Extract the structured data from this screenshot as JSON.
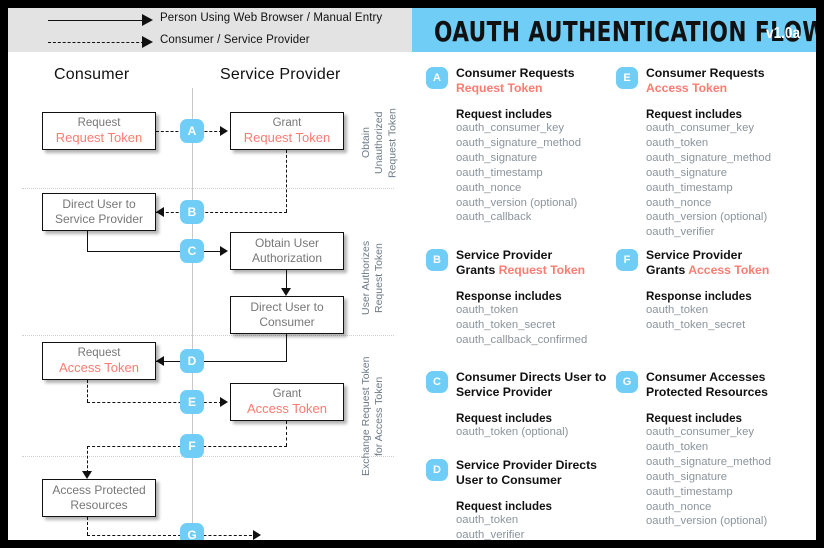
{
  "legend": {
    "rows": [
      {
        "style": "solid",
        "label": "Person Using Web Browser / Manual Entry"
      },
      {
        "style": "dashed",
        "label": "Consumer / Service Provider"
      }
    ]
  },
  "banner": {
    "title": "OAUTH AUTHENTICATION FLOW",
    "version": "v1.0a",
    "color": "#6fcdf6"
  },
  "diagram": {
    "columns": [
      {
        "label": "Consumer"
      },
      {
        "label": "Service Provider"
      }
    ],
    "phases": [
      {
        "label": "Obtain Unauthorized\nRequest Token"
      },
      {
        "label": "User Authorizes\nRequest Token"
      },
      {
        "label": "Exchange Request Token\nfor Access Token"
      }
    ],
    "nodes": [
      {
        "id": "consumer-request-request-token",
        "line1": "Request",
        "line2": "Request Token"
      },
      {
        "id": "sp-grant-request-token",
        "line1": "Grant",
        "line2": "Request Token"
      },
      {
        "id": "consumer-direct-user-to-sp",
        "line1": "Direct User to",
        "line2": "Service Provider"
      },
      {
        "id": "sp-obtain-user-authorization",
        "line1": "Obtain User",
        "line2": "Authorization"
      },
      {
        "id": "sp-direct-user-to-consumer",
        "line1": "Direct User to",
        "line2": "Consumer"
      },
      {
        "id": "consumer-request-access-token",
        "line1": "Request",
        "line2": "Access Token"
      },
      {
        "id": "sp-grant-access-token",
        "line1": "Grant",
        "line2": "Access Token"
      },
      {
        "id": "consumer-access-protected-resources",
        "line1": "Access Protected",
        "line2": "Resources"
      }
    ],
    "badges": [
      "A",
      "B",
      "C",
      "D",
      "E",
      "F",
      "G"
    ]
  },
  "sections": [
    {
      "badge": "A",
      "head_1": "Consumer Requests",
      "head_2": "Request Token",
      "head_2_highlight": true,
      "subtitle": "Request includes",
      "params": [
        "oauth_consumer_key",
        "oauth_signature_method",
        "oauth_signature",
        "oauth_timestamp",
        "oauth_nonce",
        "oauth_version (optional)",
        "oauth_callback"
      ]
    },
    {
      "badge": "E",
      "head_1": "Consumer Requests",
      "head_2": "Access Token",
      "head_2_highlight": true,
      "subtitle": "Request includes",
      "params": [
        "oauth_consumer_key",
        "oauth_token",
        "oauth_signature_method",
        "oauth_signature",
        "oauth_timestamp",
        "oauth_nonce",
        "oauth_version (optional)",
        "oauth_verifier"
      ]
    },
    {
      "badge": "B",
      "head_1": "Service Provider",
      "head_2_prefix": "Grants ",
      "head_2": "Request Token",
      "head_2_highlight": true,
      "subtitle": "Response includes",
      "params": [
        "oauth_token",
        "oauth_token_secret",
        "oauth_callback_confirmed"
      ]
    },
    {
      "badge": "F",
      "head_1": "Service Provider",
      "head_2_prefix": "Grants ",
      "head_2": "Access Token",
      "head_2_highlight": true,
      "subtitle": "Response includes",
      "params": [
        "oauth_token",
        "oauth_token_secret"
      ]
    },
    {
      "badge": "C",
      "head_1": "Consumer Directs User to",
      "head_2": "Service Provider",
      "head_2_highlight": false,
      "subtitle": "Request includes",
      "params": [
        "oauth_token (optional)"
      ]
    },
    {
      "badge": "G",
      "head_1": "Consumer Accesses",
      "head_2": "Protected Resources",
      "head_2_highlight": false,
      "subtitle": "Request includes",
      "params": [
        "oauth_consumer_key",
        "oauth_token",
        "oauth_signature_method",
        "oauth_signature",
        "oauth_timestamp",
        "oauth_nonce",
        "oauth_version (optional)"
      ]
    },
    {
      "badge": "D",
      "head_1": "Service Provider Directs",
      "head_2": "User to Consumer",
      "head_2_highlight": false,
      "subtitle": "Request includes",
      "params": [
        "oauth_token",
        "oauth_verifier"
      ]
    }
  ]
}
